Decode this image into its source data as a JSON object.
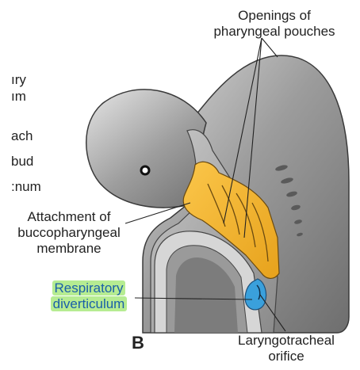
{
  "panel_letter": "B",
  "labels": {
    "openings_line1": "Openings of",
    "openings_line2": "pharyngeal pouches",
    "attachment_line1": "Attachment of",
    "attachment_line2": "buccopharyngeal",
    "attachment_line3": "membrane",
    "respiratory_line1": "Respiratory",
    "respiratory_line2": "diverticulum",
    "laryngo_line1": "Laryngotracheal",
    "laryngo_line2": "orifice"
  },
  "cropped_left_labels": [
    "ıry",
    "ım",
    "ach",
    "bud",
    ":num"
  ],
  "colors": {
    "embryo_gray": "#9a9a9a",
    "foregut_yellow": "#f2b632",
    "diverticulum_blue": "#3aa0dc",
    "highlight_green": "#b6ec92",
    "highlight_text": "#1a5fa8"
  }
}
